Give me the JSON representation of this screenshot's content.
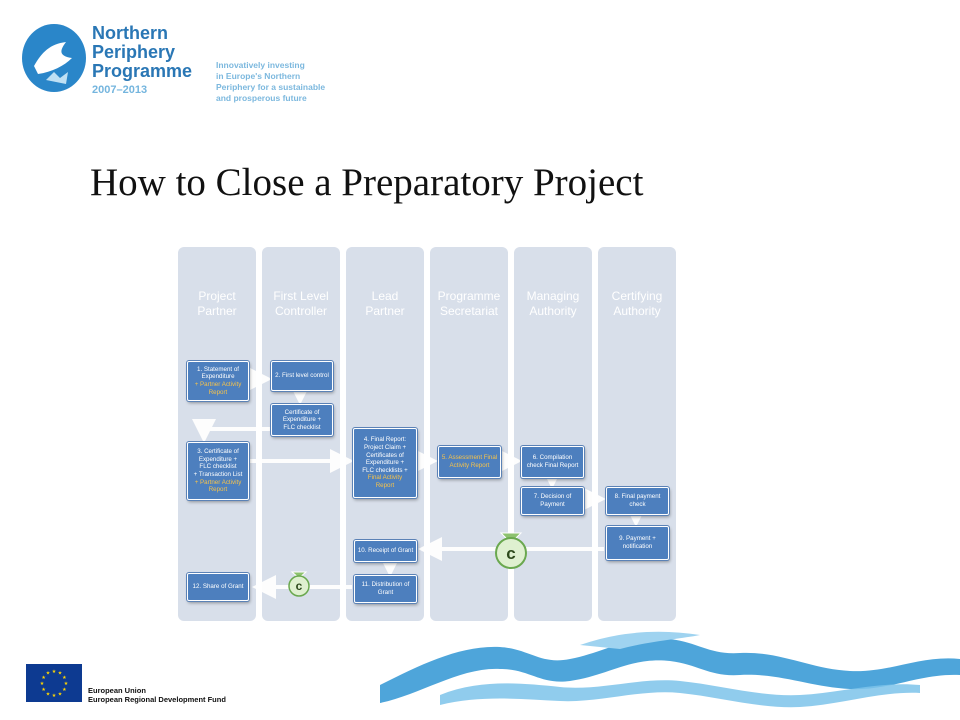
{
  "header": {
    "brand_line1": "Northern",
    "brand_line2": "Periphery",
    "brand_line3": "Programme",
    "years": "2007–2013",
    "tagline": [
      "Innovatively investing",
      "in Europe's Northern",
      "Periphery for a sustainable",
      "and prosperous future"
    ]
  },
  "title": "How to Close a Preparatory Project",
  "lanes": [
    [
      "Project",
      "Partner"
    ],
    [
      "First Level",
      "Controller"
    ],
    [
      "Lead",
      "Partner"
    ],
    [
      "Programme",
      "Secretariat"
    ],
    [
      "Managing",
      "Authority"
    ],
    [
      "Certifying",
      "Authority"
    ]
  ],
  "steps": {
    "s1": {
      "text": [
        "1. Statement of",
        "Expenditure"
      ],
      "highlight": [
        "+ Partner Activity",
        "Report"
      ]
    },
    "s2": {
      "text": [
        "2. First level control"
      ],
      "highlight": []
    },
    "s2b": {
      "text": [
        "Certificate of",
        "Expenditure +",
        "FLC checklist"
      ],
      "highlight": []
    },
    "s3": {
      "text": [
        "3. Certificate of",
        "Expenditure +",
        "FLC checklist",
        "+ Transaction List"
      ],
      "highlight": [
        "+ Partner Activity",
        "Report"
      ]
    },
    "s4": {
      "text": [
        "4. Final Report:",
        "Project Claim +",
        "Certificates of",
        "Expenditure +",
        "FLC checklists +"
      ],
      "highlight": [
        "Final Activity",
        "Report"
      ]
    },
    "s5": {
      "text": [],
      "highlight": [
        "5. Assessment Final",
        "Activity Report"
      ]
    },
    "s6": {
      "text": [
        "6. Compilation",
        "check Final Report"
      ],
      "highlight": []
    },
    "s7": {
      "text": [
        "7. Decision of",
        "Payment"
      ],
      "highlight": []
    },
    "s8": {
      "text": [
        "8. Final payment",
        "check"
      ],
      "highlight": []
    },
    "s9": {
      "text": [
        "9. Payment +",
        "notification"
      ],
      "highlight": []
    },
    "s10": {
      "text": [
        "10. Receipt of Grant"
      ],
      "highlight": []
    },
    "s11": {
      "text": [
        "11. Distribution of",
        "Grant"
      ],
      "highlight": []
    },
    "s12": {
      "text": [
        "12. Share of Grant"
      ],
      "highlight": []
    }
  },
  "footer": {
    "eu_line1": "European Union",
    "eu_line2": "European Regional Development Fund"
  },
  "colors": {
    "brand_blue": "#2a77b5",
    "lane_bg": "#d8dfea",
    "box_blue": "#4d7fbe",
    "highlight": "#f7c34a"
  }
}
